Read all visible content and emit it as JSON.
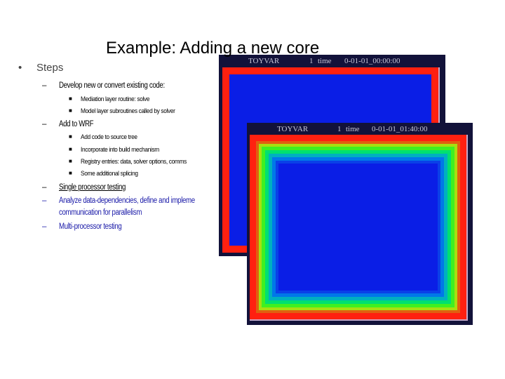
{
  "title": "Example: Adding a new core",
  "bullets": {
    "steps": "Steps",
    "develop": "Develop new or convert existing code:",
    "develop_sub": [
      "Mediation layer routine: solve",
      "Model layer subroutines called by solver"
    ],
    "add_wrf": "Add to WRF",
    "add_wrf_sub": [
      "Add code to source tree",
      "Incorporate into build mechanism",
      "Registry entries: data, solver options, comms",
      "Some additional splicing"
    ],
    "single": "Single processor testing",
    "analyze1": "Analyze data-dependencies, define and impleme",
    "analyze2": "communication for parallelism",
    "multi": "Multi-processor testing"
  },
  "plot1": {
    "var": "TOYVAR",
    "num": "1",
    "label": "time",
    "time": "0-01-01_00:00:00"
  },
  "plot2": {
    "var": "TOYVAR",
    "num": "1",
    "label": "time",
    "time": "0-01-01_01:40:00"
  }
}
